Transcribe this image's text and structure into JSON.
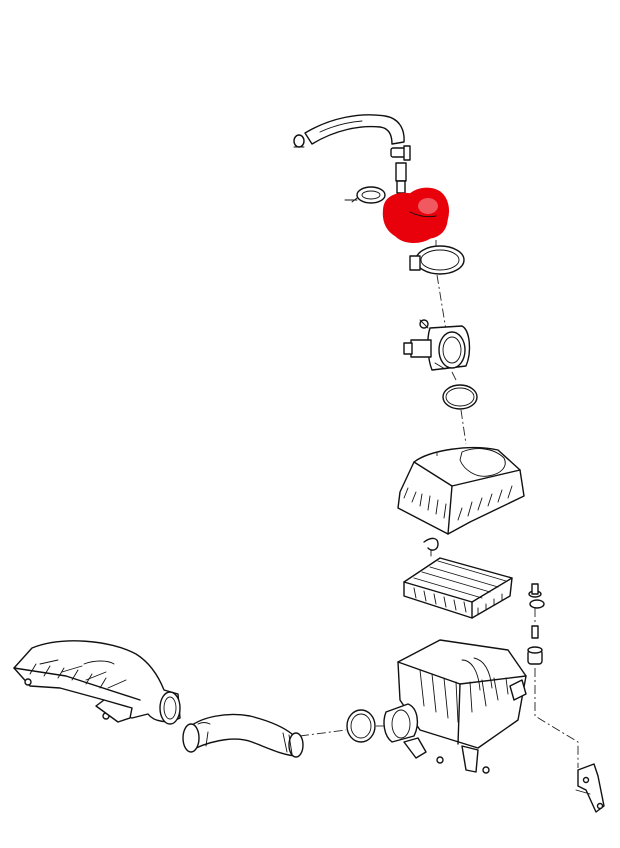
{
  "diagram": {
    "highlight_color": "#e8000b",
    "line_color": "#111111",
    "background": "#ffffff",
    "parts": [
      {
        "name": "breather-hose"
      },
      {
        "name": "hose-clamp-small"
      },
      {
        "name": "breather-nipple"
      },
      {
        "name": "hose-clamp-large"
      },
      {
        "name": "resonator-duct-highlighted"
      },
      {
        "name": "hose-band"
      },
      {
        "name": "air-flow-sensor"
      },
      {
        "name": "o-ring-gasket"
      },
      {
        "name": "air-cleaner-cover"
      },
      {
        "name": "cover-clip"
      },
      {
        "name": "air-filter-element"
      },
      {
        "name": "bolt-and-washer"
      },
      {
        "name": "grommet"
      },
      {
        "name": "air-cleaner-case"
      },
      {
        "name": "intake-duct"
      },
      {
        "name": "intake-hose"
      },
      {
        "name": "intake-clamp-ring"
      },
      {
        "name": "bracket"
      }
    ]
  }
}
